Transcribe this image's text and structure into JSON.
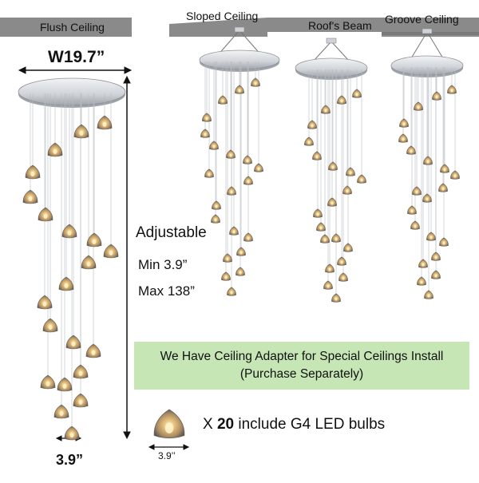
{
  "ceiling_labels": {
    "flush": "Flush Ceiling",
    "sloped": "Sloped Ceiling",
    "beam": "Roof's Beam",
    "groove": "Groove Ceiling"
  },
  "dimensions": {
    "width": "W19.7”",
    "adjustable": "Adjustable",
    "min": "Min 3.9”",
    "max": "Max 138”",
    "bottom_width": "3.9”",
    "bulb_width": "3.9’’"
  },
  "adapter_note": {
    "line1": "We Have Ceiling Adapter for Special Ceilings Install",
    "line2": "(Purchase Separately)"
  },
  "bulbs": {
    "prefix": "X ",
    "count": "20",
    "suffix": " include G4 LED bulbs"
  },
  "colors": {
    "ceiling_gray": "#8a8a8a",
    "canopy_silver": "#d9dde2",
    "adapter_green": "#c7e6b5",
    "crystal_amber": "#d9a75a"
  }
}
